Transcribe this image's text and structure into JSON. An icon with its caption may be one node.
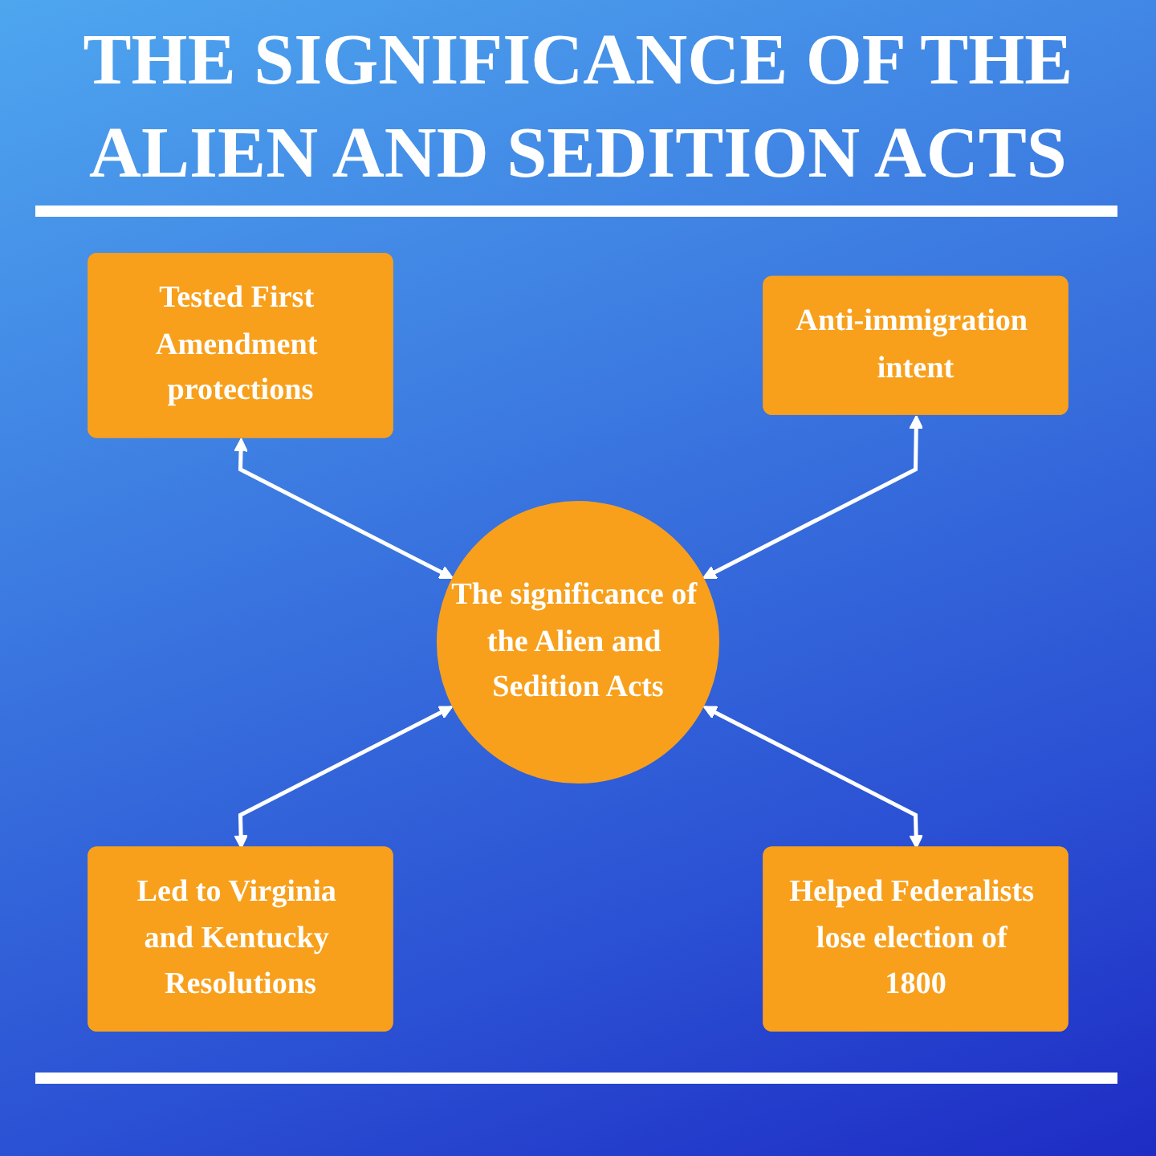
{
  "diagram": {
    "title": "THE SIGNIFICANCE OF THE ALIEN AND SEDITION ACTS",
    "nodes": [
      {
        "text": [
          "Tested First Amendment protections"
        ]
      },
      {
        "text": [
          "Anti-immigration intent"
        ]
      },
      {
        "text": [
          "The significance of the Alien and Sedition Acts"
        ]
      },
      {
        "text": [
          "Led to Virginia and Kentucky Resolutions"
        ]
      },
      {
        "text": [
          "Helped Federalists lose election of 1800"
        ]
      }
    ],
    "edges": [
      {
        "from": 0,
        "to": 2,
        "arrow": "both"
      },
      {
        "from": 1,
        "to": 2,
        "arrow": "both"
      },
      {
        "from": 2,
        "to": 3,
        "arrow": "both"
      },
      {
        "from": 2,
        "to": 4,
        "arrow": "both"
      }
    ]
  }
}
